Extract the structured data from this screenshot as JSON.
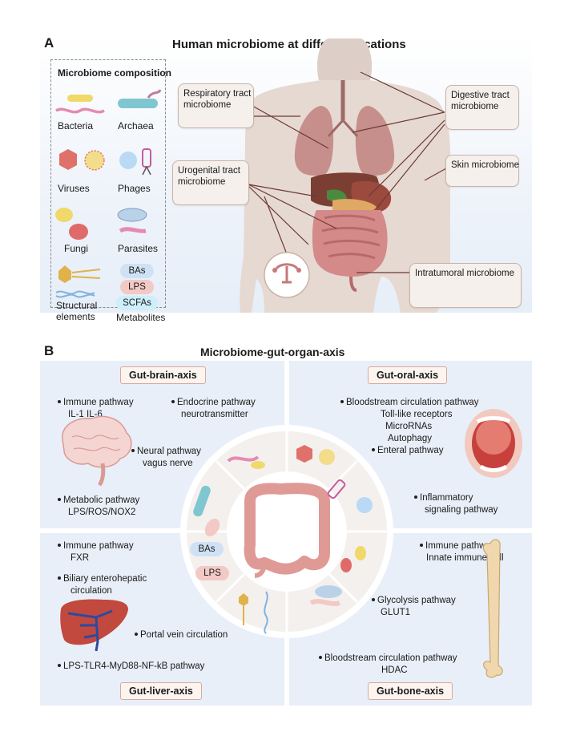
{
  "panelA": {
    "letter": "A",
    "title": "Human microbiome at different locations",
    "composition": {
      "title": "Microbiome composition",
      "items": {
        "bacteria": "Bacteria",
        "archaea": "Archaea",
        "viruses": "Viruses",
        "phages": "Phages",
        "fungi": "Fungi",
        "parasites": "Parasites",
        "structural": "Structural\nelements",
        "metabolites": "Metabolites"
      },
      "metabolite_pills": [
        "BAs",
        "LPS",
        "SCFAs"
      ]
    },
    "locations": {
      "respiratory": "Respiratory tract\nmicrobiome",
      "digestive": "Digestive tract\nmicrobiome",
      "skin": "Skin microbiome",
      "urogenital": "Urogenital tract\nmicrobiome",
      "intratumoral": "Intratumoral microbiome"
    }
  },
  "panelB": {
    "letter": "B",
    "title": "Microbiome-gut-organ-axis",
    "brain": {
      "tag": "Gut-brain-axis",
      "immune": "Immune pathway",
      "immune_sub": "IL-1 IL-6",
      "endocrine": "Endocrine pathway",
      "endocrine_sub": "neurotransmitter",
      "neural": "Neural pathway",
      "neural_sub": "vagus nerve",
      "metabolic": "Metabolic pathway",
      "metabolic_sub": "LPS/ROS/NOX2"
    },
    "oral": {
      "tag": "Gut-oral-axis",
      "blood": "Bloodstream circulation pathway",
      "sub1": "Toll-like receptors",
      "sub2": "MicroRNAs",
      "sub3": "Autophagy",
      "enteral": "Enteral pathway",
      "inflammatory": "Inflammatory",
      "inflammatory_sub": "signaling pathway"
    },
    "liver": {
      "tag": "Gut-liver-axis",
      "immune": "Immune pathway",
      "immune_sub": "FXR",
      "biliary": "Biliary enterohepatic",
      "biliary_sub": "circulation",
      "portal": "Portal vein circulation",
      "lps": "LPS-TLR4-MyD88-NF-kB pathway"
    },
    "bone": {
      "tag": "Gut-bone-axis",
      "immune": "Immune pathway",
      "immune_sub": "Innate immune cell",
      "glycolysis": "Glycolysis pathway",
      "glycolysis_sub": "GLUT1",
      "blood": "Bloodstream circulation pathway",
      "blood_sub": "HDAC"
    },
    "center_pills": [
      "BAs",
      "LPS"
    ]
  },
  "colors": {
    "panel_bg": "#eaf0f8",
    "bubble_border": "#c9b3a8",
    "tag_border": "#d9a8a0",
    "ba_pill": "#cfe2f5",
    "lps_pill": "#f3c9c6",
    "scfa_pill": "#cdeefa",
    "organ": "#b6554e",
    "skin": "#e9ddd6"
  }
}
